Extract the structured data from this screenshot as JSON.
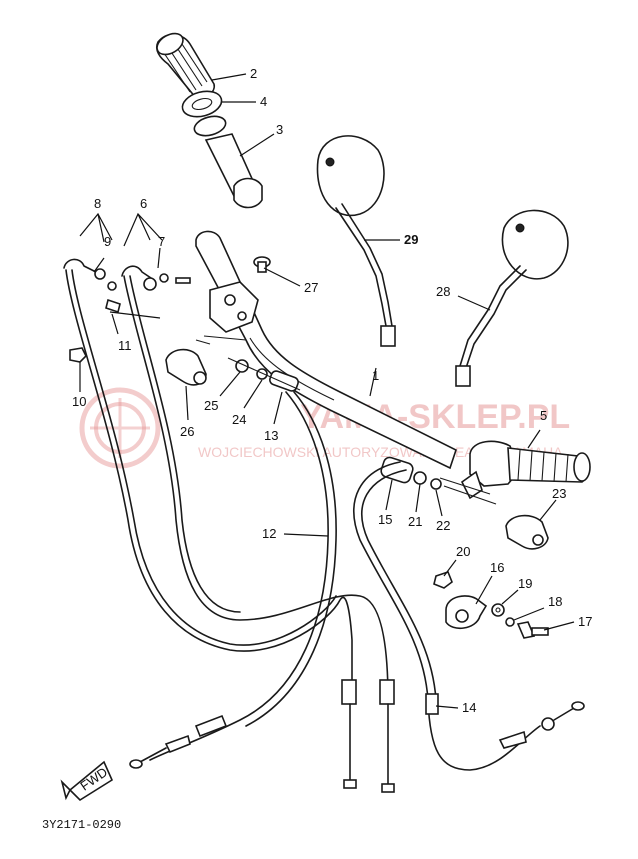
{
  "diagram": {
    "document_code": "3Y2171-0290",
    "fwd_label": "FWD",
    "watermark": {
      "brand": "YAMA-SKLEP.PL",
      "subtitle": "WOJCIECHOWSKI AUTORYZOWANY DEALER YAMAHA"
    },
    "callouts": [
      {
        "id": "2",
        "text": "2"
      },
      {
        "id": "4",
        "text": "4"
      },
      {
        "id": "3",
        "text": "3"
      },
      {
        "id": "8",
        "text": "8"
      },
      {
        "id": "6",
        "text": "6"
      },
      {
        "id": "9",
        "text": "9"
      },
      {
        "id": "7",
        "text": "7"
      },
      {
        "id": "29",
        "text": "29"
      },
      {
        "id": "28",
        "text": "28"
      },
      {
        "id": "27",
        "text": "27"
      },
      {
        "id": "11",
        "text": "11"
      },
      {
        "id": "1",
        "text": "1"
      },
      {
        "id": "5",
        "text": "5"
      },
      {
        "id": "10",
        "text": "10"
      },
      {
        "id": "25",
        "text": "25"
      },
      {
        "id": "24",
        "text": "24"
      },
      {
        "id": "13",
        "text": "13"
      },
      {
        "id": "26",
        "text": "26"
      },
      {
        "id": "15",
        "text": "15"
      },
      {
        "id": "21",
        "text": "21"
      },
      {
        "id": "22",
        "text": "22"
      },
      {
        "id": "23",
        "text": "23"
      },
      {
        "id": "12",
        "text": "12"
      },
      {
        "id": "20",
        "text": "20"
      },
      {
        "id": "16",
        "text": "16"
      },
      {
        "id": "19",
        "text": "19"
      },
      {
        "id": "18",
        "text": "18"
      },
      {
        "id": "17",
        "text": "17"
      },
      {
        "id": "14",
        "text": "14"
      }
    ]
  }
}
